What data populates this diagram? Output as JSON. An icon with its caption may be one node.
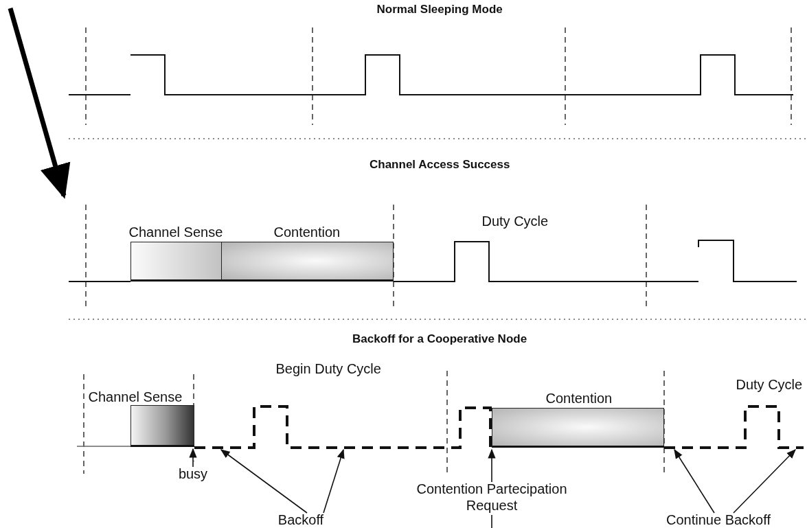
{
  "diagram": {
    "nodes": [
      {
        "text": [
          "Channel Sense"
        ]
      },
      {
        "text": [
          "Contention"
        ]
      },
      {
        "text": [
          "Channel Sense"
        ]
      },
      {
        "text": [
          "Contention"
        ]
      },
      {
        "text": [
          "busy"
        ]
      },
      {
        "text": [
          "Backoff"
        ]
      },
      {
        "text": [
          "Contention Partecipation Request"
        ]
      },
      {
        "text": [
          "Continue Backoff"
        ]
      },
      {
        "text": [],
        "shape": "line"
      },
      {
        "text": [],
        "shape": "line"
      }
    ],
    "edges": [
      {
        "from": 4,
        "to": 2,
        "arrow": "to"
      },
      {
        "from": 5,
        "to": 8,
        "arrow": "to"
      },
      {
        "from": 5,
        "to": 8,
        "arrow": "to"
      },
      {
        "from": 6,
        "to": 3,
        "arrow": "to"
      },
      {
        "from": 7,
        "to": 9,
        "arrow": "to"
      },
      {
        "from": 7,
        "to": 9,
        "arrow": "to"
      }
    ],
    "labels": [
      "Normal Sleeping Mode",
      "Channel Access Success",
      "Duty Cycle",
      "Backoff for a Cooperative Node",
      "Begin Duty Cycle",
      "Duty Cycle"
    ]
  }
}
